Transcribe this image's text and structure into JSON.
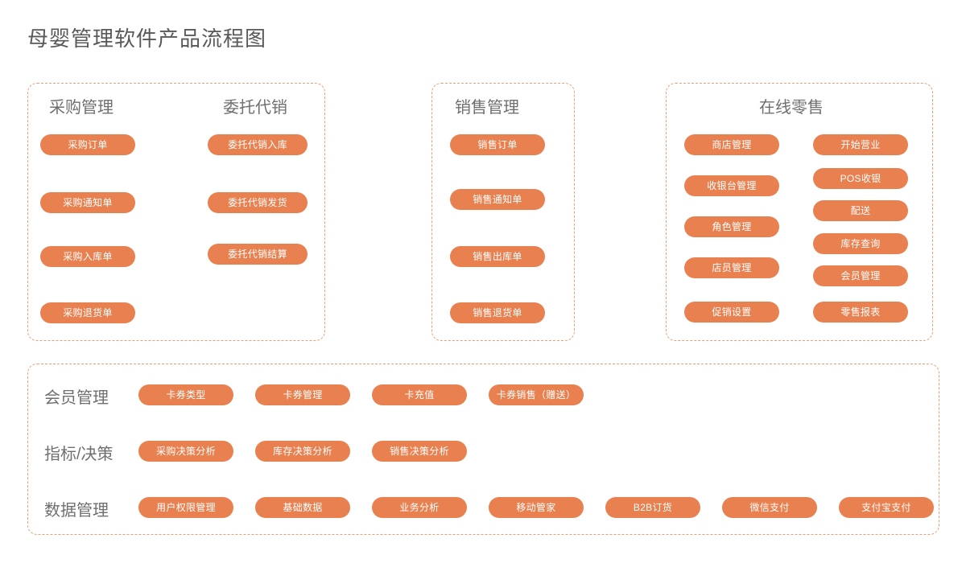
{
  "page": {
    "title": "母婴管理软件产品流程图",
    "accent_color": "#e8804f",
    "panel_border_color": "#e8a07a",
    "heading_color": "#6f6f6f",
    "background": "#ffffff"
  },
  "panels": [
    {
      "id": "procurement",
      "columns": [
        {
          "title": "采购管理",
          "items": [
            "采购订单",
            "采购通知单",
            "采购入库单",
            "采购退货单"
          ]
        },
        {
          "title": "委托代销",
          "items": [
            "委托代销入库",
            "委托代销发货",
            "委托代销结算"
          ]
        }
      ]
    },
    {
      "id": "sales",
      "columns": [
        {
          "title": "销售管理",
          "items": [
            "销售订单",
            "销售通知单",
            "销售出库单",
            "销售退货单"
          ]
        }
      ]
    },
    {
      "id": "retail",
      "title": "在线零售",
      "columns": [
        {
          "title": "",
          "items": [
            "商店管理",
            "收银台管理",
            "角色管理",
            "店员管理",
            "促销设置"
          ]
        },
        {
          "title": "",
          "items": [
            "开始营业",
            "POS收银",
            "配送",
            "库存查询",
            "会员管理",
            "零售报表"
          ]
        }
      ]
    }
  ],
  "platform": {
    "rows": [
      {
        "label": "会员管理",
        "items": [
          "卡券类型",
          "卡券管理",
          "卡充值",
          "卡券销售（赠送）"
        ]
      },
      {
        "label": "指标/决策",
        "items": [
          "采购决策分析",
          "库存决策分析",
          "销售决策分析"
        ]
      },
      {
        "label": "数据管理",
        "items": [
          "用户权限管理",
          "基础数据",
          "业务分析",
          "移动管家",
          "B2B订货",
          "微信支付",
          "支付宝支付"
        ]
      }
    ]
  }
}
